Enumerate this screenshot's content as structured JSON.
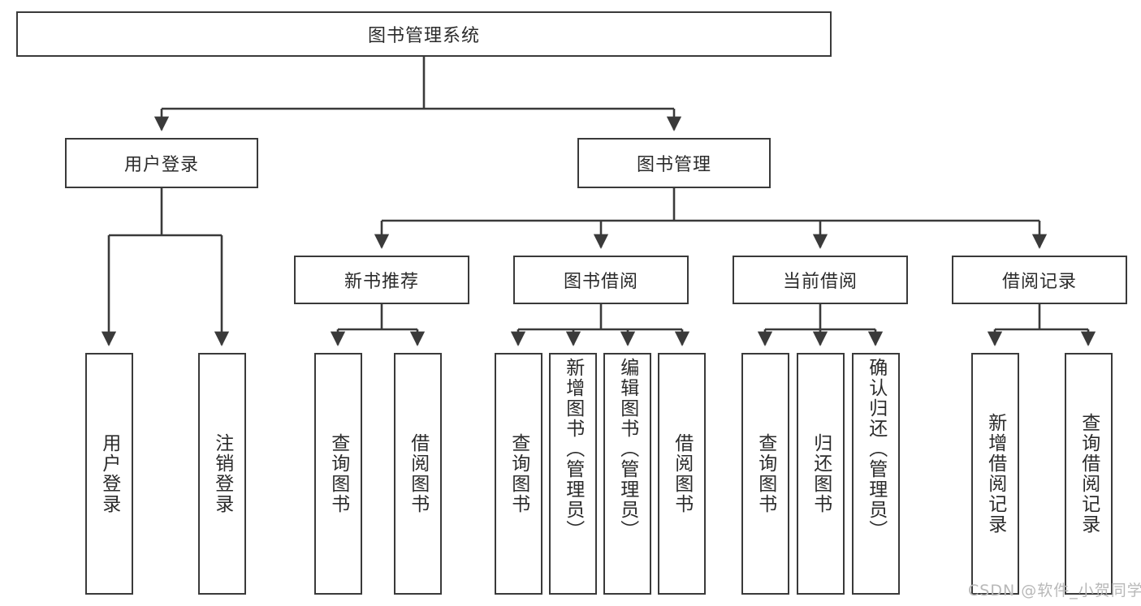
{
  "diagram": {
    "type": "tree",
    "title": "图书管理系统",
    "theme": {
      "box_border": "#3a3a3a",
      "line": "#3a3a3a",
      "background": "#ffffff",
      "text": "#2b2b2b",
      "watermark": "#b8b8b8"
    },
    "root": {
      "label": "图书管理系统"
    },
    "level2": [
      {
        "label": "用户登录"
      },
      {
        "label": "图书管理"
      }
    ],
    "level3": [
      {
        "label": "新书推荐"
      },
      {
        "label": "图书借阅"
      },
      {
        "label": "当前借阅"
      },
      {
        "label": "借阅记录"
      }
    ],
    "leaves": {
      "user_login": [
        {
          "label": "用户登录"
        },
        {
          "label": "注销登录"
        }
      ],
      "new_book_recommend": [
        {
          "label": "查询图书"
        },
        {
          "label": "借阅图书"
        }
      ],
      "book_borrow": [
        {
          "label": "查询图书"
        },
        {
          "label": "新增图书（管理员）"
        },
        {
          "label": "编辑图书（管理员）"
        },
        {
          "label": "借阅图书"
        }
      ],
      "current_borrow": [
        {
          "label": "查询图书"
        },
        {
          "label": "归还图书"
        },
        {
          "label": "确认归还（管理员）"
        }
      ],
      "borrow_record": [
        {
          "label": "新增借阅记录"
        },
        {
          "label": "查询借阅记录"
        }
      ]
    }
  },
  "watermark": {
    "text": "CSDN @软件_小贺同学"
  }
}
